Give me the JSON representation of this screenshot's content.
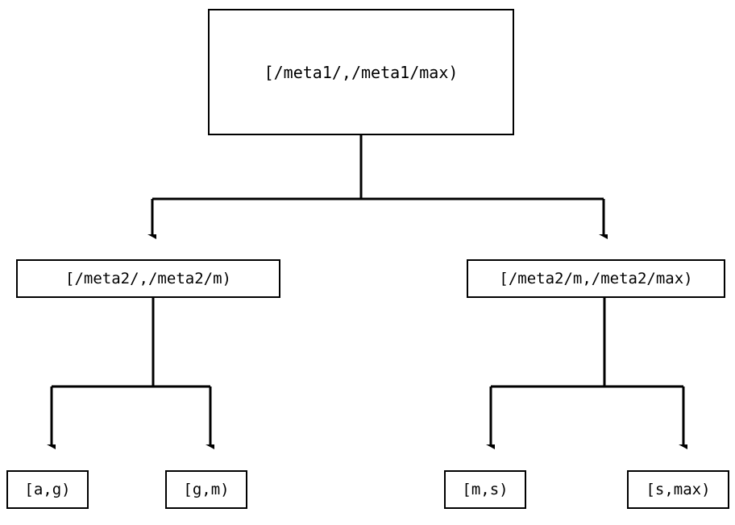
{
  "diagram": {
    "type": "tree",
    "orientation": "top-down",
    "background_color": "#ffffff",
    "stroke_color": "#000000",
    "nodes": {
      "root": {
        "label": "[/meta1/,/meta1/max)"
      },
      "meta2_lower": {
        "label": "[/meta2/,/meta2/m)"
      },
      "meta2_upper": {
        "label": "[/meta2/m,/meta2/max)"
      },
      "leaf_ag": {
        "label": "[a,g)"
      },
      "leaf_gm": {
        "label": "[g,m)"
      },
      "leaf_ms": {
        "label": "[m,s)"
      },
      "leaf_smax": {
        "label": "[s,max)"
      }
    },
    "edges": [
      {
        "from": "root",
        "to": "meta2_lower",
        "arrow": "down-triangle"
      },
      {
        "from": "root",
        "to": "meta2_upper",
        "arrow": "down-triangle"
      },
      {
        "from": "meta2_lower",
        "to": "leaf_ag",
        "arrow": "down-triangle"
      },
      {
        "from": "meta2_lower",
        "to": "leaf_gm",
        "arrow": "down-triangle"
      },
      {
        "from": "meta2_upper",
        "to": "leaf_ms",
        "arrow": "down-triangle"
      },
      {
        "from": "meta2_upper",
        "to": "leaf_smax",
        "arrow": "down-triangle"
      }
    ]
  }
}
